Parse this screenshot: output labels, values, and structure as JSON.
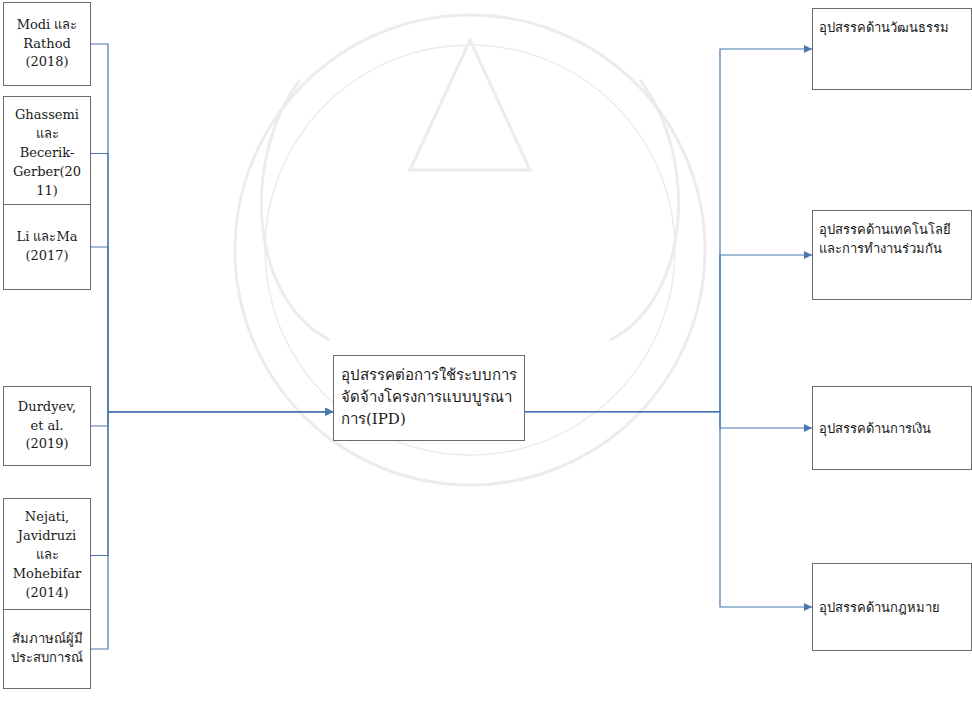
{
  "diagram": {
    "nodes": [
      {
        "text": [
          "Modi และ Rathod (2018)"
        ]
      },
      {
        "text": [
          "Ghassemi และ Becerik-Gerber(2011)"
        ]
      },
      {
        "text": [
          "Li และMa (2017)"
        ]
      },
      {
        "text": [
          "Durdyev, et al. (2019)"
        ]
      },
      {
        "text": [
          "Nejati, Javidruzi และ Mohebifar (2014)"
        ]
      },
      {
        "text": [
          "สัมภาษณ์ผู้มีประสบการณ์"
        ]
      },
      {
        "text": [
          "อุปสรรคต่อการใช้ระบบการจัดจ้างโครงการแบบบูรณาการ(IPD)"
        ]
      },
      {
        "text": [
          "อุปสรรคด้านวัฒนธรรม"
        ]
      },
      {
        "text": [
          "อุปสรรคด้านเทคโนโลยีและการทำงานร่วมกัน"
        ]
      },
      {
        "text": [
          "อุปสรรคด้านการเงิน"
        ]
      },
      {
        "text": [
          "อุปสรรคด้านกฎหมาย"
        ]
      }
    ],
    "edges": [
      {
        "from": 0,
        "to": 6,
        "arrow": "to"
      },
      {
        "from": 1,
        "to": 6,
        "arrow": "to"
      },
      {
        "from": 2,
        "to": 6,
        "arrow": "to"
      },
      {
        "from": 3,
        "to": 6,
        "arrow": "to"
      },
      {
        "from": 4,
        "to": 6,
        "arrow": "to"
      },
      {
        "from": 5,
        "to": 6,
        "arrow": "to"
      },
      {
        "from": 6,
        "to": 7,
        "arrow": "to"
      },
      {
        "from": 6,
        "to": 8,
        "arrow": "to"
      },
      {
        "from": 6,
        "to": 9,
        "arrow": "to"
      },
      {
        "from": 6,
        "to": 10,
        "arrow": "to"
      }
    ]
  }
}
